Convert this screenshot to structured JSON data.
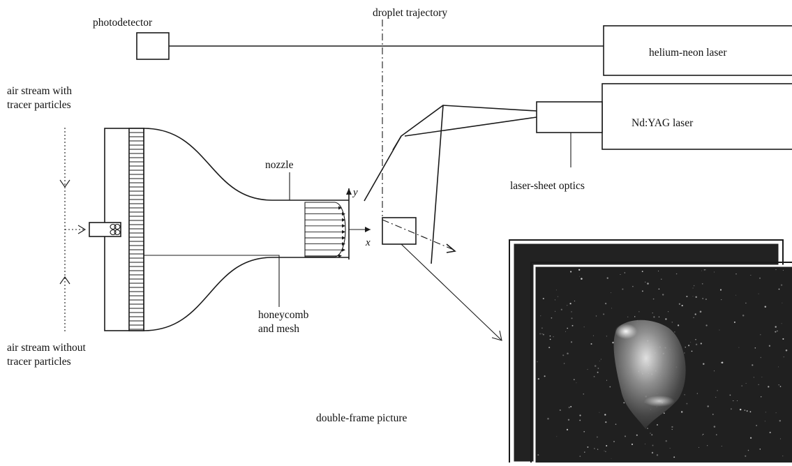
{
  "labels": {
    "photodetector": "photodetector",
    "droplet_trajectory": "droplet trajectory",
    "helium_neon_laser": "helium-neon laser",
    "air_stream_with_1": "air stream with",
    "air_stream_with_2": "tracer particles",
    "nd_yag_laser": "Nd:YAG laser",
    "nozzle": "nozzle",
    "laser_sheet_optics": "laser-sheet optics",
    "axis_y": "y",
    "axis_x": "x",
    "honeycomb_1": "honeycomb",
    "honeycomb_2": "and mesh",
    "air_stream_without_1": "air stream without",
    "air_stream_without_2": "tracer particles",
    "double_frame_picture": "double-frame picture"
  },
  "colors": {
    "line": "#1a1a1a",
    "photo_background": "#1f1f1f",
    "photo_frame": "#ffffff"
  }
}
